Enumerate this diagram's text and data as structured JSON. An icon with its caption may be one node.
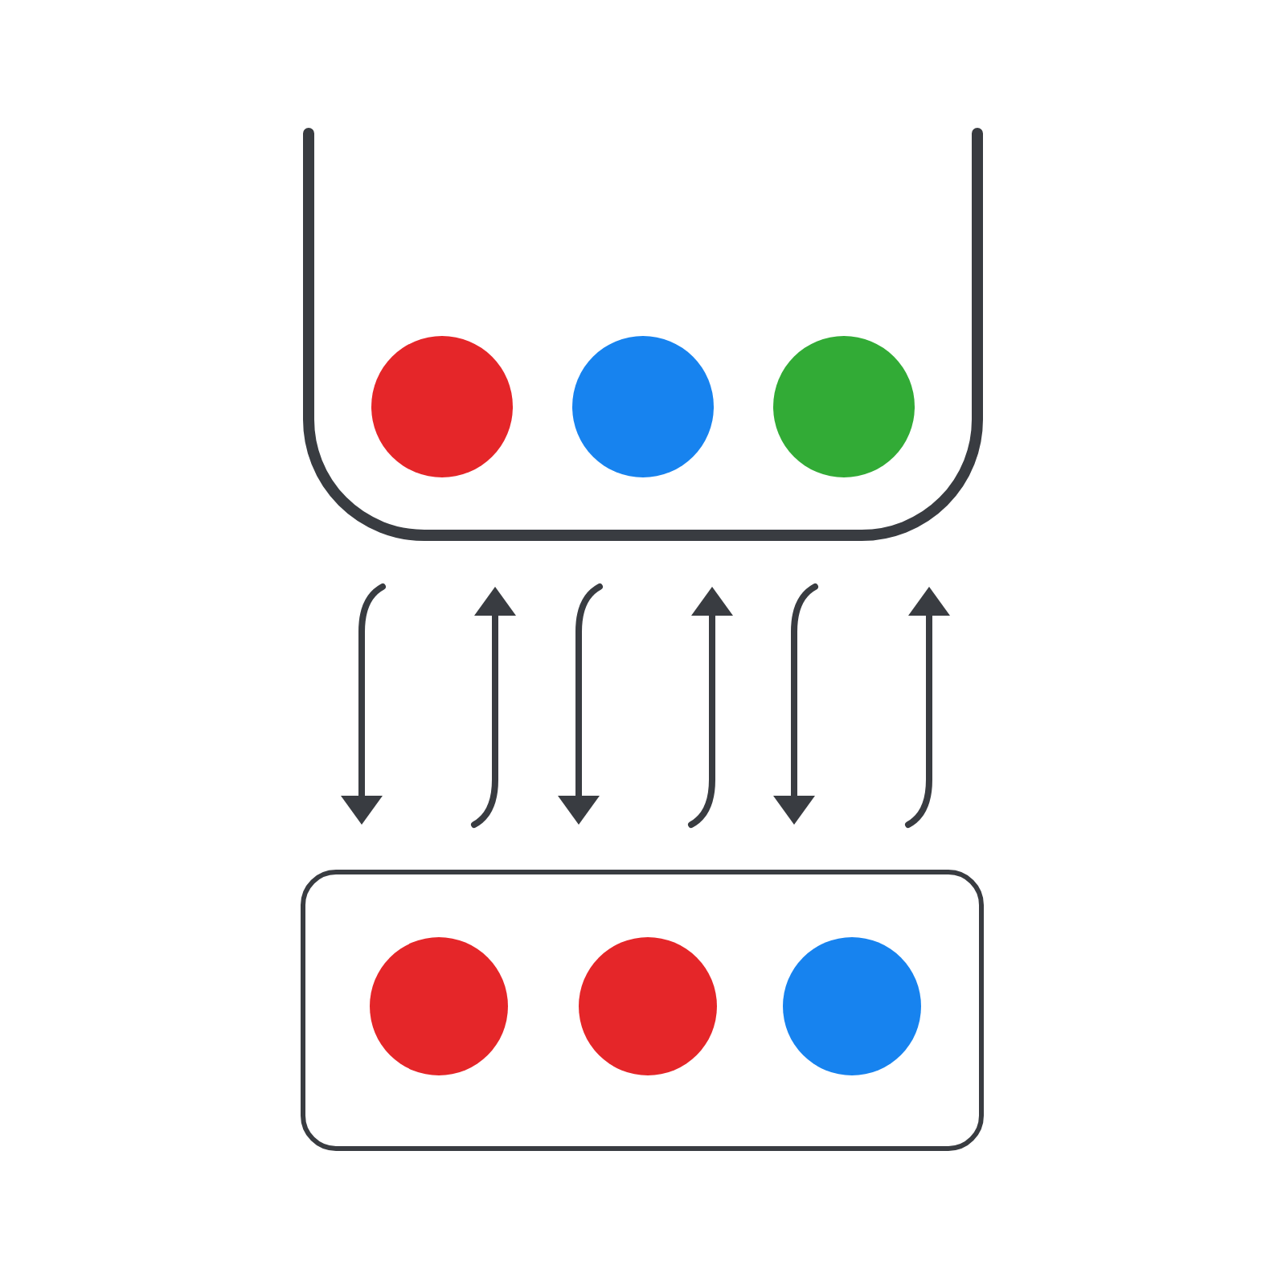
{
  "diagram": {
    "nodes": [
      {
        "text": [],
        "shape": "container"
      },
      {
        "text": [],
        "shape": "circle",
        "in": 0
      },
      {
        "text": [],
        "shape": "circle",
        "in": 0
      },
      {
        "text": [],
        "shape": "circle",
        "in": 0
      },
      {
        "text": [],
        "shape": "box"
      },
      {
        "text": [],
        "shape": "circle",
        "in": 4
      },
      {
        "text": [],
        "shape": "circle",
        "in": 4
      },
      {
        "text": [],
        "shape": "circle",
        "in": 4
      }
    ],
    "edges": [
      {
        "from": 0,
        "to": 4,
        "arrow": "to"
      },
      {
        "from": 4,
        "to": 0,
        "arrow": "to"
      },
      {
        "from": 0,
        "to": 4,
        "arrow": "to"
      },
      {
        "from": 4,
        "to": 0,
        "arrow": "to"
      },
      {
        "from": 0,
        "to": 4,
        "arrow": "to"
      },
      {
        "from": 4,
        "to": 0,
        "arrow": "to"
      }
    ]
  }
}
